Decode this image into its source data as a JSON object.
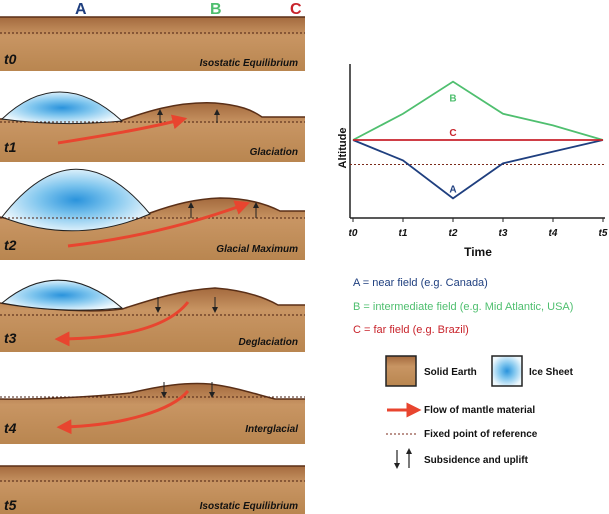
{
  "columns": {
    "a": "A",
    "b": "B",
    "c": "C"
  },
  "colors": {
    "a": "#1f3f7f",
    "b": "#4fbf6f",
    "c": "#c8232b",
    "earth_light": "#c08a55",
    "earth_dark": "#5a2f17",
    "ice_center": "#2a93dc",
    "ice_edge": "#e8f5fc",
    "arrow": "#e8452f",
    "reference": "#7a2a1a"
  },
  "panels": [
    {
      "time": "t0",
      "label": "Isostatic Equilibrium"
    },
    {
      "time": "t1",
      "label": "Glaciation"
    },
    {
      "time": "t2",
      "label": "Glacial Maximum"
    },
    {
      "time": "t3",
      "label": "Deglaciation"
    },
    {
      "time": "t4",
      "label": "Interglacial"
    },
    {
      "time": "t5",
      "label": "Isostatic Equilibrium"
    }
  ],
  "chart_data": {
    "type": "line",
    "xlabel": "Time",
    "ylabel": "Altitude",
    "x": [
      "t0",
      "t1",
      "t2",
      "t3",
      "t4",
      "t5"
    ],
    "series": [
      {
        "name": "A",
        "values": [
          0,
          -0.35,
          -1.0,
          -0.4,
          -0.2,
          0
        ]
      },
      {
        "name": "B",
        "values": [
          0,
          0.45,
          1.0,
          0.45,
          0.25,
          0
        ]
      },
      {
        "name": "C",
        "values": [
          0,
          0,
          0,
          0,
          0,
          0
        ]
      }
    ],
    "reference_value": -0.42,
    "ylim": [
      -1.2,
      1.2
    ],
    "grid": false
  },
  "legend": {
    "a_text": "A = near field (e.g. Canada)",
    "b_text": "B = intermediate field (e.g. Mid Atlantic, USA)",
    "c_text": "C = far field (e.g. Brazil)",
    "solid_earth": "Solid Earth",
    "ice_sheet": "Ice Sheet",
    "flow": "Flow of mantle material",
    "reference": "Fixed point of reference",
    "subsidence": "Subsidence and uplift"
  }
}
